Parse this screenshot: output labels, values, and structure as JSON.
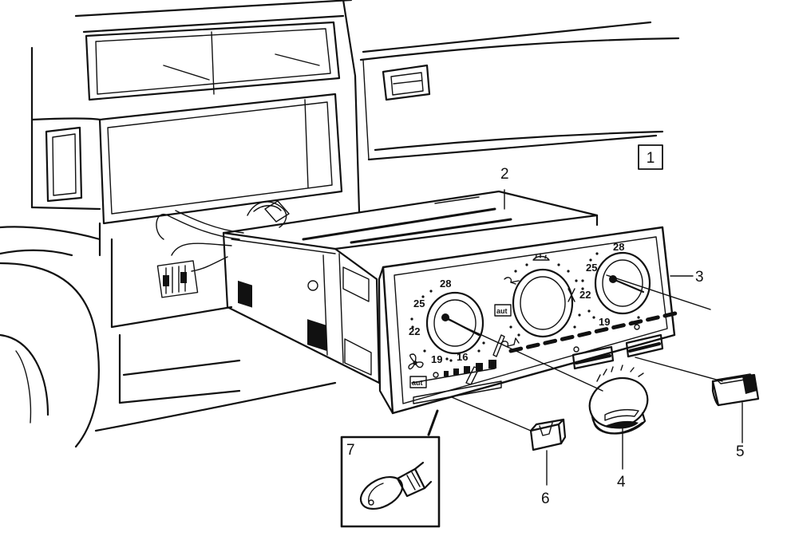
{
  "figure_ref": "1",
  "callouts": {
    "c2": "2",
    "c3": "3",
    "c4": "4",
    "c5": "5",
    "c6": "6",
    "c7": "7"
  },
  "left_dial_scale": [
    "28",
    "25",
    "22",
    "19",
    "16"
  ],
  "right_dial_scale": [
    "28",
    "25",
    "22",
    "19"
  ],
  "panel_badges": [
    "aut",
    "aut"
  ],
  "colors": {
    "ink": "#111111",
    "paper": "#ffffff"
  }
}
